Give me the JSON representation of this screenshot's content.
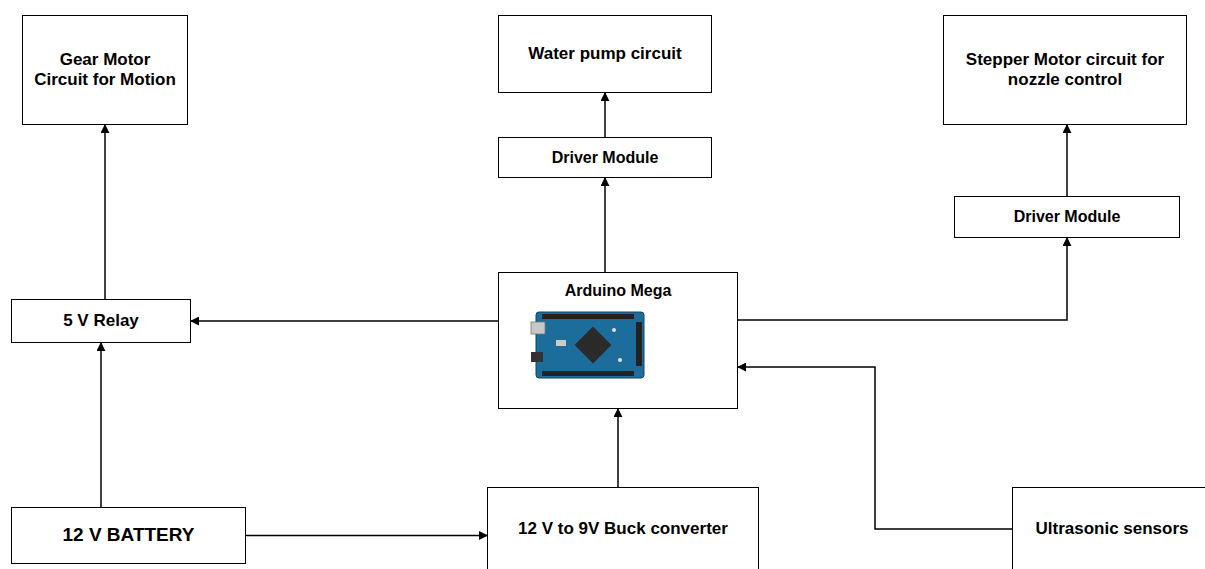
{
  "diagram": {
    "nodes": [
      {
        "text": [
          "Gear Motor Circuit for Motion"
        ]
      },
      {
        "text": [
          "Water pump circuit"
        ]
      },
      {
        "text": [
          "Stepper Motor circuit for nozzle control"
        ]
      },
      {
        "text": [
          "Driver Module"
        ]
      },
      {
        "text": [
          "Driver Module"
        ]
      },
      {
        "text": [
          "5 V Relay"
        ]
      },
      {
        "text": [
          "Arduino Mega"
        ]
      },
      {
        "text": [
          "12 V BATTERY"
        ]
      },
      {
        "text": [
          "12 V to 9V Buck converter"
        ]
      },
      {
        "text": [
          "Ultrasonic sensors"
        ]
      }
    ],
    "edges": [
      {
        "from": 5,
        "to": 0,
        "arrow": "to"
      },
      {
        "from": 6,
        "to": 5,
        "arrow": "to"
      },
      {
        "from": 6,
        "to": 3,
        "arrow": "to"
      },
      {
        "from": 3,
        "to": 1,
        "arrow": "to"
      },
      {
        "from": 6,
        "to": 4,
        "arrow": "to"
      },
      {
        "from": 4,
        "to": 2,
        "arrow": "to"
      },
      {
        "from": 7,
        "to": 5,
        "arrow": "to"
      },
      {
        "from": 7,
        "to": 8,
        "arrow": "to"
      },
      {
        "from": 8,
        "to": 6,
        "arrow": "to"
      },
      {
        "from": 9,
        "to": 6,
        "arrow": "to"
      }
    ]
  }
}
